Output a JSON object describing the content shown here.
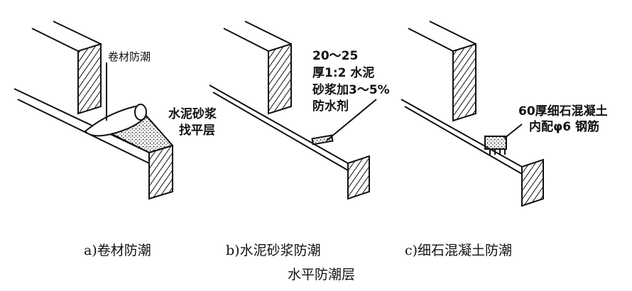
{
  "panel_a": {
    "label_membrane": "卷材防潮",
    "label_mortar_line1": "水泥砂浆",
    "label_mortar_line2": "找平层",
    "caption": "a)卷材防潮"
  },
  "panel_b": {
    "label_line1": "20～25",
    "label_line2": "厚1:2 水泥",
    "label_line3": "砂浆加3～5%",
    "label_line4": "防水剂",
    "caption": "b)水泥砂浆防潮"
  },
  "panel_c": {
    "label_line1": "60厚细石混凝土",
    "label_line2": "内配φ6 钢筋",
    "caption": "c)细石混凝土防潮"
  },
  "figure_title": "水平防潮层"
}
